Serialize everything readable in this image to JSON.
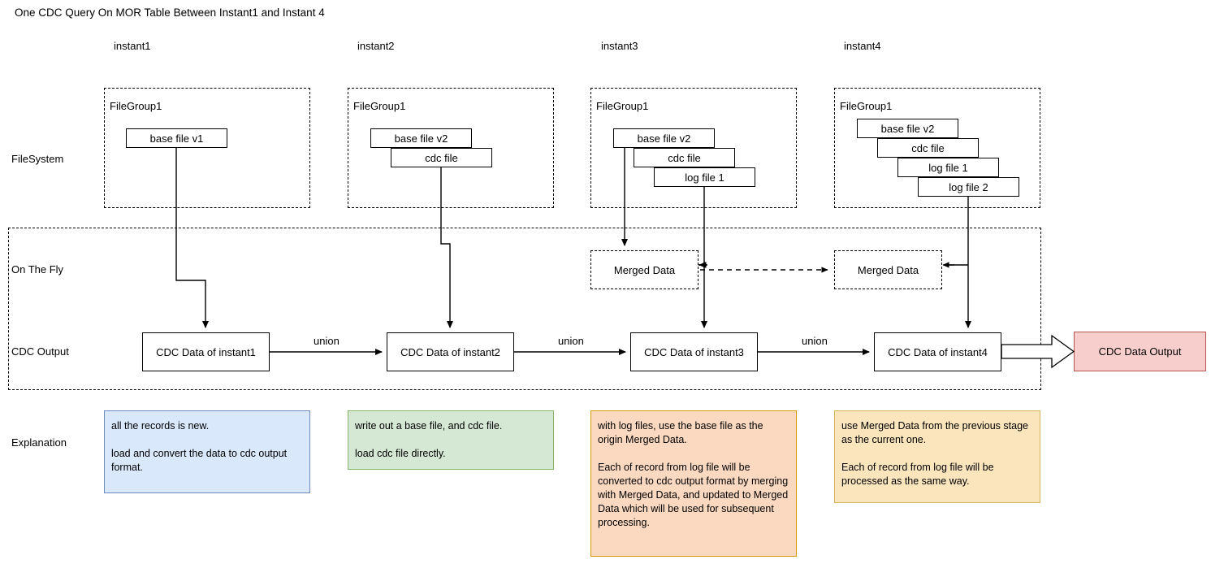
{
  "title": "One CDC Query On MOR Table Between Instant1 and Instant 4",
  "columns": [
    {
      "label": "instant1"
    },
    {
      "label": "instant2"
    },
    {
      "label": "instant3"
    },
    {
      "label": "instant4"
    }
  ],
  "rows": {
    "filesystem": "FileSystem",
    "on_the_fly": "On The Fly",
    "cdc_output": "CDC Output",
    "explanation": "Explanation"
  },
  "filegroups": [
    {
      "title": "FileGroup1",
      "files": [
        "base file v1"
      ]
    },
    {
      "title": "FileGroup1",
      "files": [
        "base file v2",
        "cdc file"
      ]
    },
    {
      "title": "FileGroup1",
      "files": [
        "base file v2",
        "cdc file",
        "log file 1"
      ]
    },
    {
      "title": "FileGroup1",
      "files": [
        "base file v2",
        "cdc file",
        "log file 1",
        "log file 2"
      ]
    }
  ],
  "file_labels": {
    "base_v1": "base file v1",
    "base_v2": "base file v2",
    "cdc": "cdc file",
    "log1": "log file 1",
    "log2": "log file 2"
  },
  "merged": [
    {
      "label": "Merged Data"
    },
    {
      "label": "Merged Data"
    }
  ],
  "cdc_nodes": [
    {
      "label": "CDC Data of instant1"
    },
    {
      "label": "CDC Data of instant2"
    },
    {
      "label": "CDC Data of instant3"
    },
    {
      "label": "CDC Data of instant4"
    }
  ],
  "union_labels": [
    "union",
    "union",
    "union"
  ],
  "output": {
    "label": "CDC Data Output"
  },
  "explanations": [
    {
      "text": "all the records is new.\n\nload and convert the data to cdc output format.",
      "fill": "#dae8fc",
      "stroke": "#6c8ebf"
    },
    {
      "text": "write out a base file, and cdc file.\n\nload cdc file directly.",
      "fill": "#d5e8d4",
      "stroke": "#82b366"
    },
    {
      "text": "with log files, use the base file as the origin Merged Data.\n\nEach of record from log file will be converted to cdc output format by merging with Merged Data, and updated to Merged Data which will be used for subsequent processing.",
      "fill": "#fad9c0",
      "stroke": "#d79b00"
    },
    {
      "text": "use Merged Data from the previous stage as the current one.\n\nEach of record from log file will be processed as the same way.",
      "fill": "#fbe5bd",
      "stroke": "#d6b656"
    }
  ],
  "colors": {
    "output_fill": "#f8cecc",
    "output_stroke": "#b85450",
    "line": "#000000"
  }
}
